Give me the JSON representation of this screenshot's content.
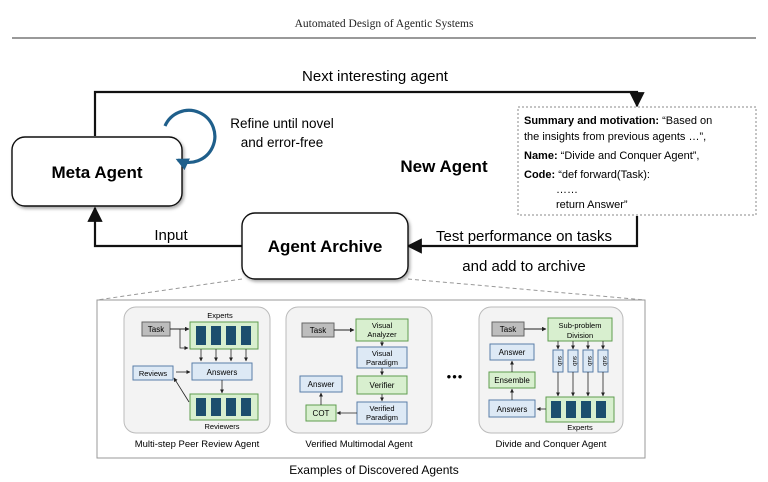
{
  "page_header": "Automated Design of Agentic Systems",
  "main": {
    "meta_agent": "Meta Agent",
    "agent_archive": "Agent Archive",
    "new_agent": "New Agent",
    "refine": [
      "Refine until novel",
      "and error-free"
    ],
    "next_agent": "Next interesting agent",
    "input": "Input",
    "test": [
      "Test performance on tasks",
      "and add to archive"
    ]
  },
  "new_agent_box": {
    "summary_key": "Summary and motivation:",
    "summary_val": " “Based on",
    "summary_line2": "the insights from previous agents …”,",
    "name_key": "Name:",
    "name_val": " “Divide and Conquer Agent”,",
    "code_key": "Code:",
    "code_val": " “def forward(Task):",
    "code_dots": "……",
    "code_return": "return Answer”"
  },
  "examples": {
    "title": "Examples of Discovered Agents",
    "ellipsis": "•••",
    "peer_review": {
      "caption": "Multi-step Peer Review Agent",
      "task": "Task",
      "experts": "Experts",
      "answers": "Answers",
      "reviews": "Reviews",
      "reviewers": "Reviewers"
    },
    "multimodal": {
      "caption": "Verified Multimodal Agent",
      "task": "Task",
      "visual_analyzer": [
        "Visual",
        "Analyzer"
      ],
      "visual_paradigm": [
        "Visual",
        "Paradigm"
      ],
      "verifier": "Verifier",
      "verified_paradigm": [
        "Verified",
        "Paradigm"
      ],
      "answer": "Answer",
      "cot": "COT"
    },
    "divide_conquer": {
      "caption": "Divide and Conquer Agent",
      "task": "Task",
      "subproblem": [
        "Sub-problem",
        "Division"
      ],
      "sub_label": "sub",
      "answer": "Answer",
      "ensemble": "Ensemble",
      "answers": "Answers",
      "experts": "Experts"
    }
  },
  "colors": {
    "teal_arrow": "#1f5f8b",
    "expert_block": "#1c4e6e",
    "green_fill": "#d8efcf",
    "green_stroke": "#5f9e4f",
    "blue_fill": "#dde9f5",
    "blue_stroke": "#5a7ea8",
    "gray_fill": "#bdbdbd"
  }
}
